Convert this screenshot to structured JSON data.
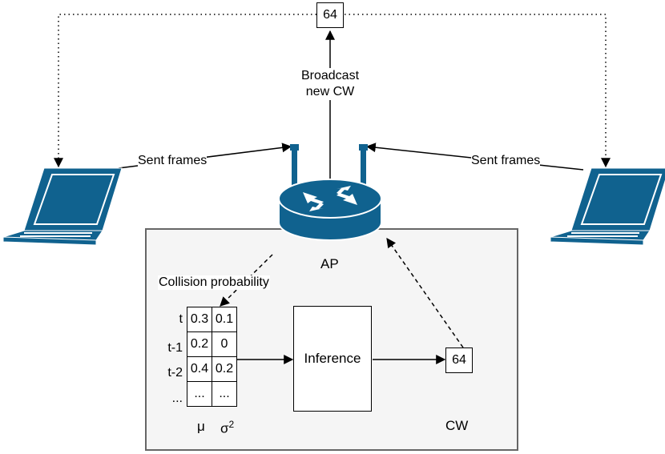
{
  "top_box": {
    "value": "64"
  },
  "broadcast": {
    "line1": "Broadcast",
    "line2": "new CW"
  },
  "left_link": {
    "label": "Sent frames"
  },
  "right_link": {
    "label": "Sent frames"
  },
  "ap": {
    "label": "AP"
  },
  "panel": {
    "collision_label": "Collision probability",
    "rows": [
      {
        "label": "t",
        "mu": "0.3",
        "sigma": "0.1"
      },
      {
        "label": "t-1",
        "mu": "0.2",
        "sigma": "0"
      },
      {
        "label": "t-2",
        "mu": "0.4",
        "sigma": "0.2"
      },
      {
        "label": "...",
        "mu": "...",
        "sigma": "..."
      }
    ],
    "mu_label": "μ",
    "sigma_label": "σ",
    "sigma_sup": "2",
    "inference_label": "Inference",
    "cw_box_value": "64",
    "cw_label": "CW"
  },
  "colors": {
    "device_blue": "#10628f",
    "panel_fill": "#f5f5f5",
    "panel_border": "#666666"
  }
}
